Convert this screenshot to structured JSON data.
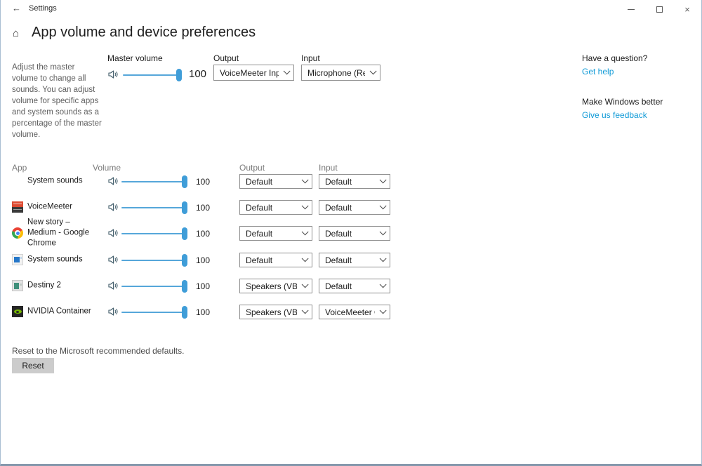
{
  "titlebar": {
    "back_icon": "←",
    "title": "Settings"
  },
  "header": {
    "home_icon": "⌂",
    "title": "App volume and device preferences"
  },
  "master": {
    "description": "Adjust the master volume to change all sounds. You can adjust volume for specific apps and system sounds as a percentage of the master volume.",
    "volume_label": "Master volume",
    "volume_value": "100",
    "output_label": "Output",
    "output_value": "VoiceMeeter Input...",
    "input_label": "Input",
    "input_value": "Microphone (Realt..."
  },
  "help": {
    "question_label": "Have a question?",
    "get_help_link": "Get help",
    "better_label": "Make Windows better",
    "feedback_link": "Give us feedback"
  },
  "app_list": {
    "headers": {
      "app": "App",
      "volume": "Volume",
      "output": "Output",
      "input": "Input"
    },
    "rows": [
      {
        "name": "System sounds",
        "volume": "100",
        "output": "Default",
        "input": "Default"
      },
      {
        "name": "VoiceMeeter",
        "volume": "100",
        "output": "Default",
        "input": "Default"
      },
      {
        "name": "New story – Medium - Google Chrome",
        "volume": "100",
        "output": "Default",
        "input": "Default"
      },
      {
        "name": "System sounds",
        "volume": "100",
        "output": "Default",
        "input": "Default"
      },
      {
        "name": "Destiny 2",
        "volume": "100",
        "output": "Speakers (VB-Auc",
        "input": "Default"
      },
      {
        "name": "NVIDIA Container",
        "volume": "100",
        "output": "Speakers (VB-Auc",
        "input": "VoiceMeeter Outp"
      }
    ]
  },
  "footer": {
    "reset_text": "Reset to the Microsoft recommended defaults.",
    "reset_button": "Reset"
  },
  "colors": {
    "accent_link": "#0f9ad7",
    "slider_track": "#56a7da",
    "slider_thumb": "#3f9dd8"
  }
}
